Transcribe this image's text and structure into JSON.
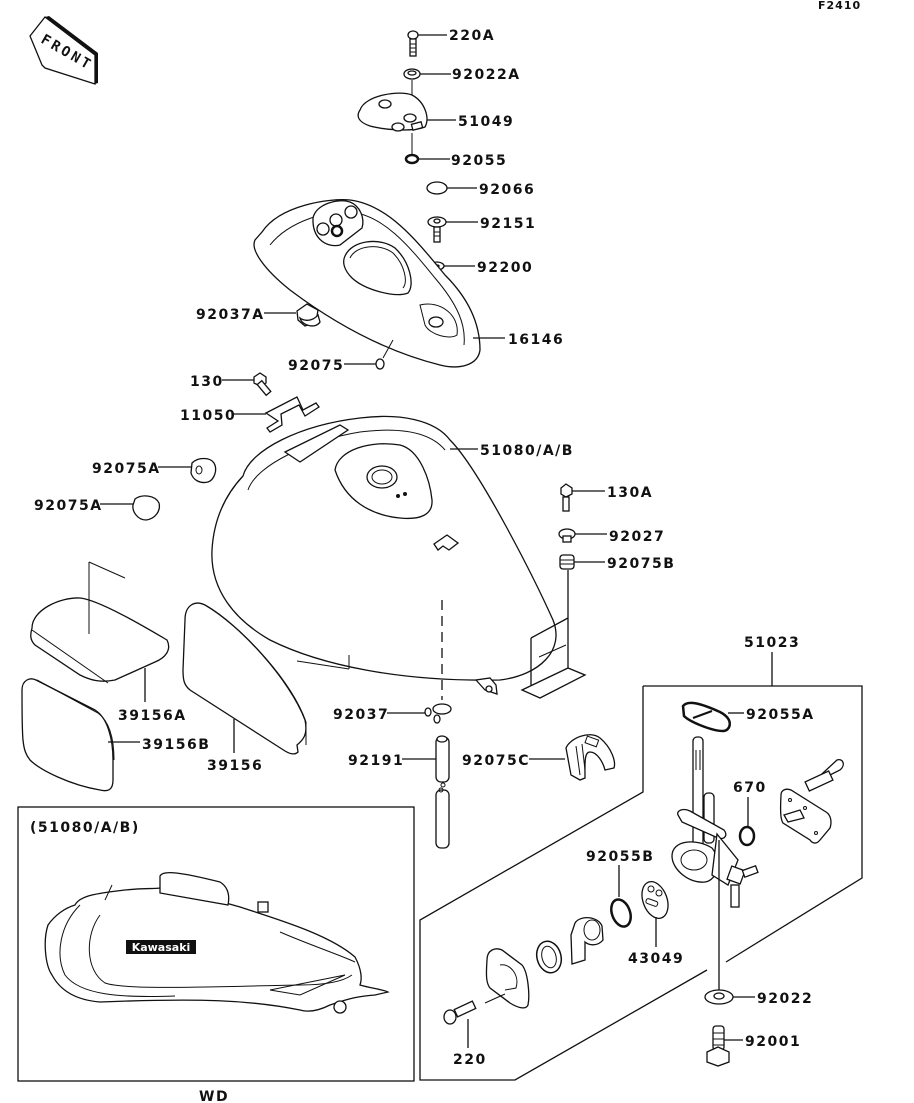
{
  "diagram_code": "F2410",
  "front_arrow_label": "FRONT",
  "model_code": "WD",
  "inset": {
    "title": "(51080/A/B)",
    "logo_text": "Kawasaki"
  },
  "fuel_cock_assembly_label": "51023",
  "parts": {
    "p220A": "220A",
    "p92022A": "92022A",
    "p51049": "51049",
    "p92055": "92055",
    "p92066": "92066",
    "p92151": "92151",
    "p92200": "92200",
    "p92037A": "92037A",
    "p16146": "16146",
    "p92075": "92075",
    "p130": "130",
    "p11050": "11050",
    "p51080AB": "51080/A/B",
    "p92075A_1": "92075A",
    "p92075A_2": "92075A",
    "p130A": "130A",
    "p92027": "92027",
    "p92075B": "92075B",
    "p39156A": "39156A",
    "p39156B": "39156B",
    "p39156": "39156",
    "p92037": "92037",
    "p92191": "92191",
    "p92075C": "92075C",
    "p92055A": "92055A",
    "p670": "670",
    "p92055B": "92055B",
    "p43049": "43049",
    "p92022": "92022",
    "p220": "220",
    "p92001": "92001"
  }
}
